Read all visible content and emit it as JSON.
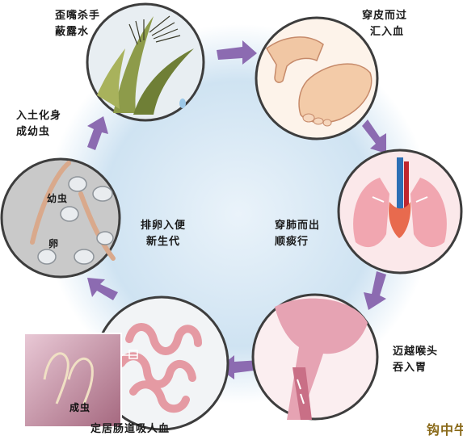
{
  "stages": [
    {
      "line1": "歪嘴杀手",
      "line2": "蔽露水"
    },
    {
      "line1": "穿皮而过",
      "line2": "汇入血"
    },
    {
      "line1": "穿肺而出",
      "line2": "顺痰行"
    },
    {
      "line1": "迈越喉头",
      "line2": "吞入胃"
    },
    {
      "line1": "定居肠道吸人血"
    },
    {
      "line1": "排卵入便",
      "line2": "新生代"
    },
    {
      "line1": "入土化身",
      "line2": "成幼虫"
    }
  ],
  "callouts": {
    "larva": "幼虫",
    "egg": "卵",
    "adult": "成虫"
  },
  "watermark": "钩中牛",
  "colors": {
    "arrow": "#8c6bb1",
    "ring": "#3d3d3d",
    "glow": "#cfe3f2"
  }
}
